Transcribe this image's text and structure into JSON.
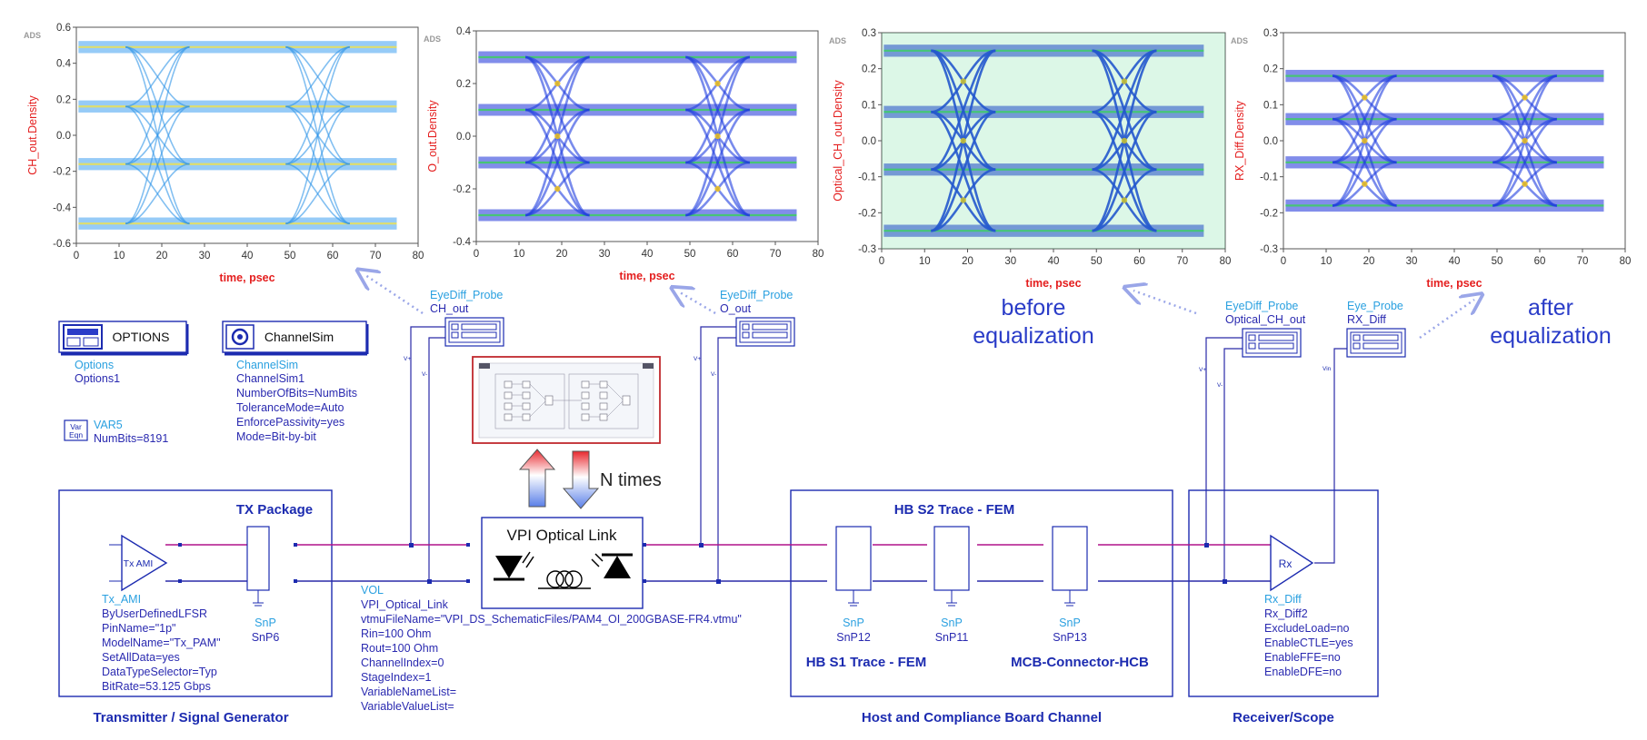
{
  "plots": [
    {
      "ylabel": "CH_out.Density",
      "xlabel": "time, psec",
      "ads": "ADS",
      "xticks": [
        "0",
        "10",
        "20",
        "30",
        "40",
        "50",
        "60",
        "70",
        "80"
      ],
      "yticks": [
        "0.6",
        "0.4",
        "0.2",
        "0.0",
        "-0.2",
        "-0.4",
        "-0.6"
      ],
      "ylim": [
        -0.6,
        0.6
      ],
      "xlim": [
        0,
        80
      ],
      "levels": [
        0.49,
        0.16,
        -0.16,
        -0.49
      ]
    },
    {
      "ylabel": "O_out.Density",
      "xlabel": "time, psec",
      "ads": "ADS",
      "xticks": [
        "0",
        "10",
        "20",
        "30",
        "40",
        "50",
        "60",
        "70",
        "80"
      ],
      "yticks": [
        "0.4",
        "0.2",
        "0.0",
        "-0.2",
        "-0.4"
      ],
      "ylim": [
        -0.4,
        0.4
      ],
      "xlim": [
        0,
        80
      ],
      "levels": [
        0.3,
        0.1,
        -0.1,
        -0.3
      ]
    },
    {
      "ylabel": "Optical_CH_out.Density",
      "xlabel": "time, psec",
      "ads": "ADS",
      "xticks": [
        "0",
        "10",
        "20",
        "30",
        "40",
        "50",
        "60",
        "70",
        "80"
      ],
      "yticks": [
        "0.3",
        "0.2",
        "0.1",
        "0.0",
        "-0.1",
        "-0.2",
        "-0.3"
      ],
      "ylim": [
        -0.3,
        0.3
      ],
      "xlim": [
        0,
        80
      ],
      "levels": [
        0.25,
        0.08,
        -0.08,
        -0.25
      ]
    },
    {
      "ylabel": "RX_Diff.Density",
      "xlabel": "time, psec",
      "ads": "ADS",
      "xticks": [
        "0",
        "10",
        "20",
        "30",
        "40",
        "50",
        "60",
        "70",
        "80"
      ],
      "yticks": [
        "0.3",
        "0.2",
        "0.1",
        "0.0",
        "-0.1",
        "-0.2",
        "-0.3"
      ],
      "ylim": [
        -0.3,
        0.3
      ],
      "xlim": [
        0,
        80
      ],
      "levels": [
        0.18,
        0.06,
        -0.06,
        -0.18
      ]
    }
  ],
  "probes": [
    {
      "type": "EyeDiff_Probe",
      "name": "CH_out"
    },
    {
      "type": "EyeDiff_Probe",
      "name": "O_out"
    },
    {
      "type": "EyeDiff_Probe",
      "name": "Optical_CH_out"
    },
    {
      "type": "Eye_Probe",
      "name": "RX_Diff"
    }
  ],
  "annotations": {
    "before": [
      "before",
      "equalization"
    ],
    "after": [
      "after",
      "equalization"
    ],
    "ntimes": "N times"
  },
  "options": {
    "button": "OPTIONS",
    "lines": [
      "Options",
      "Options1"
    ]
  },
  "channelsim": {
    "button": "ChannelSim",
    "lines": [
      "ChannelSim",
      "ChannelSim1",
      "NumberOfBits=NumBits",
      "ToleranceMode=Auto",
      "EnforcePassivity=yes",
      "Mode=Bit-by-bit"
    ]
  },
  "var": {
    "icon": [
      "Var",
      "Eqn"
    ],
    "lines": [
      "VAR5",
      "NumBits=8191"
    ]
  },
  "tx": {
    "section": "TX Package",
    "symbol": "Tx AMI",
    "caption": "Transmitter / Signal Generator",
    "lines": [
      "Tx_AMI",
      "ByUserDefinedLFSR",
      "PinName=\"1p\"",
      "ModelName=\"Tx_PAM\"",
      "SetAllData=yes",
      "DataTypeSelector=Typ",
      "BitRate=53.125 Gbps"
    ]
  },
  "snp": [
    {
      "label": "SnP",
      "name": "SnP6"
    },
    {
      "label": "SnP",
      "name": "SnP12"
    },
    {
      "label": "SnP",
      "name": "SnP11"
    },
    {
      "label": "SnP",
      "name": "SnP13"
    }
  ],
  "vpi": {
    "title": "VPI Optical Link",
    "lines": [
      "VOL",
      "VPI_Optical_Link",
      "vtmuFileName=\"VPI_DS_SchematicFiles/PAM4_OI_200GBASE-FR4.vtmu\"",
      "Rin=100 Ohm",
      "Rout=100 Ohm",
      "ChannelIndex=0",
      "StageIndex=1",
      "VariableNameList=",
      "VariableValueList="
    ]
  },
  "host": {
    "s2": "HB S2 Trace - FEM",
    "s1": "HB S1 Trace - FEM",
    "mcb": "MCB-Connector-HCB",
    "caption": "Host and Compliance Board Channel"
  },
  "rx": {
    "symbol": "Rx",
    "caption": "Receiver/Scope",
    "lines": [
      "Rx_Diff",
      "Rx_Diff2",
      "ExcludeLoad=no",
      "EnableCTLE=yes",
      "EnableFFE=no",
      "EnableDFE=no"
    ]
  },
  "colors": {
    "wire_top": "#b0128a",
    "wire_bottom": "#2a2aa8",
    "label": "#2a2ab0",
    "accent": "#e41e1e"
  }
}
